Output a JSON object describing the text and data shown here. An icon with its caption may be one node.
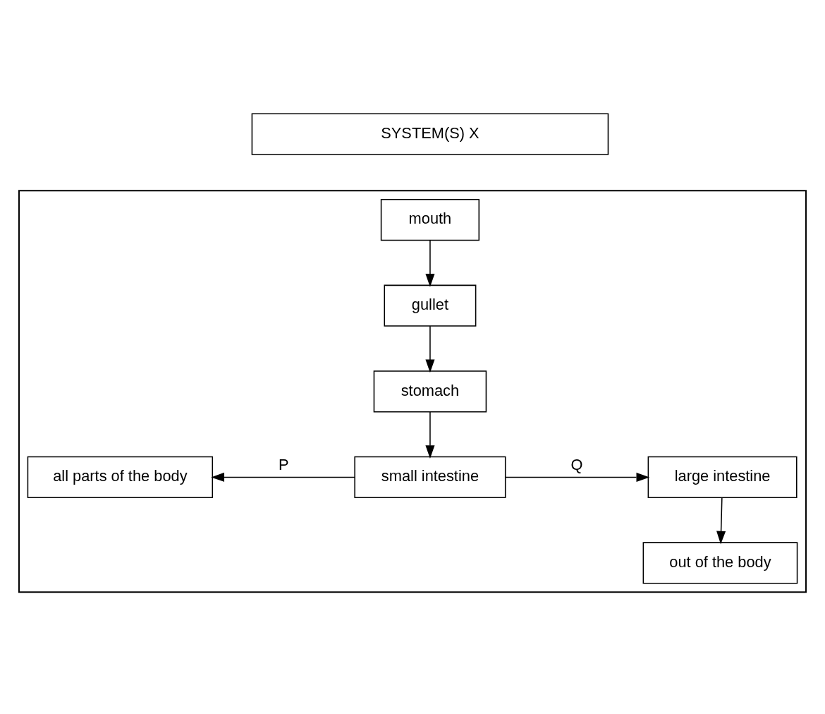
{
  "diagram": {
    "nodes": [
      {
        "text": [
          "SYSTEM(S) X"
        ]
      },
      {
        "text": [],
        "shape": "box"
      },
      {
        "text": [
          "mouth"
        ],
        "in": 1
      },
      {
        "text": [
          "gullet"
        ],
        "in": 1
      },
      {
        "text": [
          "stomach"
        ],
        "in": 1
      },
      {
        "text": [
          "small intestine"
        ],
        "in": 1
      },
      {
        "text": [
          "all parts of the body"
        ],
        "in": 1
      },
      {
        "text": [
          "large intestine"
        ],
        "in": 1
      },
      {
        "text": [
          "out of the body"
        ],
        "in": 1
      }
    ],
    "edges": [
      {
        "from": 2,
        "to": 3,
        "arrow": "to"
      },
      {
        "from": 3,
        "to": 4,
        "arrow": "to"
      },
      {
        "from": 4,
        "to": 5,
        "arrow": "to"
      },
      {
        "from": 5,
        "to": 6,
        "label": "P",
        "arrow": "to"
      },
      {
        "from": 5,
        "to": 7,
        "label": "Q",
        "arrow": "to"
      },
      {
        "from": 7,
        "to": 8,
        "arrow": "to"
      }
    ]
  }
}
